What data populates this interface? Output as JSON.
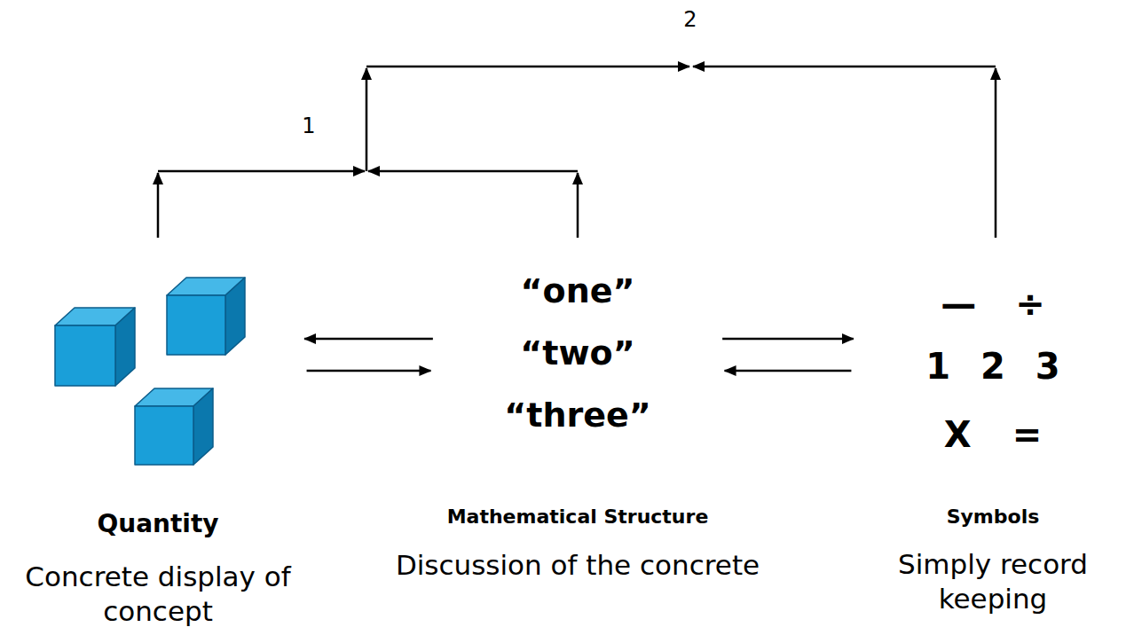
{
  "diagram": {
    "nodes": [
      {
        "text": [
          "Quantity",
          "Concrete display of concept"
        ]
      },
      {
        "text": [
          "“one” “two” “three”",
          "Mathematical Structure",
          "Discussion of the concrete"
        ]
      },
      {
        "text": [
          "— ÷",
          "1 2 3",
          "X =",
          "Symbols",
          "Simply record keeping"
        ]
      }
    ],
    "edges": [
      {
        "from": 1,
        "to": 0,
        "arrow": "to"
      },
      {
        "from": 0,
        "to": 1,
        "arrow": "to"
      },
      {
        "from": 1,
        "to": 2,
        "arrow": "to"
      },
      {
        "from": 2,
        "to": 1,
        "arrow": "to"
      }
    ],
    "labels": [
      "1",
      "2"
    ]
  }
}
